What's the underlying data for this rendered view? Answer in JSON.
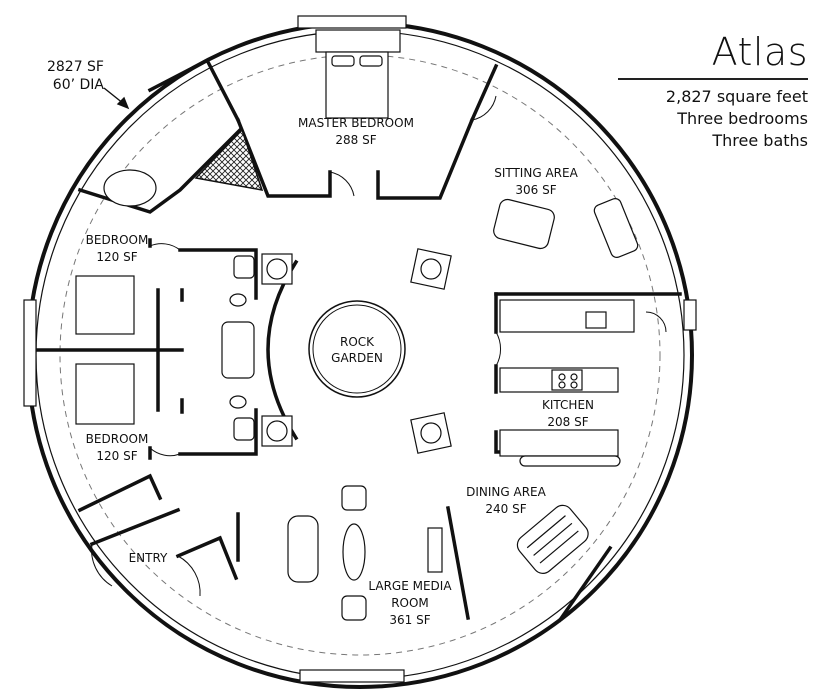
{
  "title": "Atlas",
  "specs": [
    "2,827 square feet",
    "Three bedrooms",
    "Three baths"
  ],
  "diameter_note": [
    "2827 SF",
    "60’ DIA"
  ],
  "rooms": {
    "master_bedroom": {
      "name": "MASTER BEDROOM",
      "area": "288 SF"
    },
    "sitting_area": {
      "name": "SITTING AREA",
      "area": "306 SF"
    },
    "bedroom_upper": {
      "name": "BEDROOM",
      "area": "120 SF"
    },
    "bedroom_lower": {
      "name": "BEDROOM",
      "area": "120 SF"
    },
    "rock_garden": {
      "name1": "ROCK",
      "name2": "GARDEN"
    },
    "kitchen": {
      "name": "KITCHEN",
      "area": "208 SF"
    },
    "dining_area": {
      "name": "DINING AREA",
      "area": "240 SF"
    },
    "entry": {
      "name": "ENTRY"
    },
    "media_room": {
      "name1": "LARGE MEDIA",
      "name2": "ROOM",
      "area": "361 SF"
    }
  },
  "colors": {
    "wall": "#111111",
    "dashed": "#777777"
  }
}
